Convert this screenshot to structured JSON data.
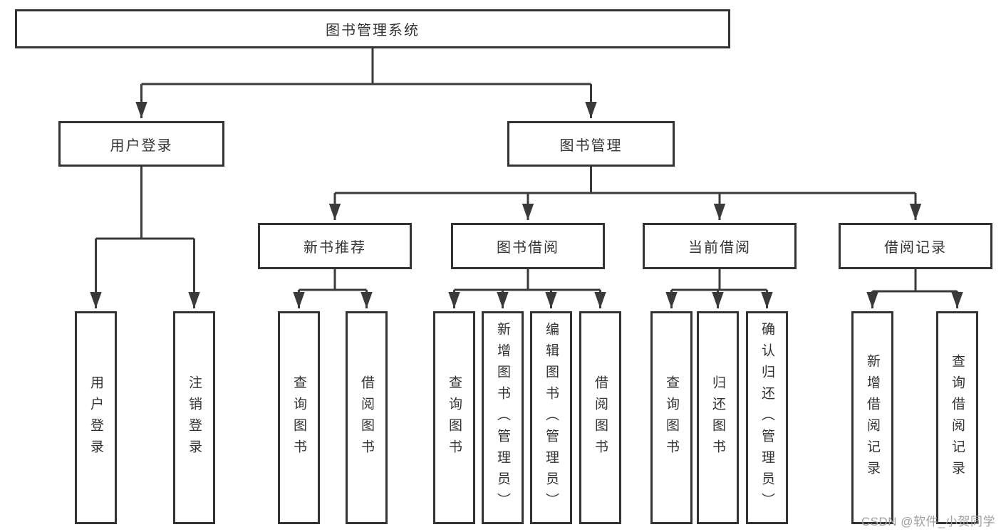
{
  "diagram": {
    "root": "图书管理系统",
    "level2": [
      "用户登录",
      "图书管理"
    ],
    "level3": [
      "新书推荐",
      "图书借阅",
      "当前借阅",
      "借阅记录"
    ],
    "leaves": [
      "用户登录",
      "注销登录",
      "查询图书",
      "借阅图书",
      "查询图书",
      "新增图书（管理员）",
      "编辑图书（管理员）",
      "借阅图书",
      "查询图书",
      "归还图书",
      "确认归还（管理员）",
      "新增借阅记录",
      "查询借阅记录"
    ]
  },
  "watermark": "CSDN @软件_小贺同学",
  "colors": {
    "line": "#3a3a3a",
    "border": "#333333",
    "text": "#333333",
    "background": "#ffffff",
    "watermark": "#a0a0a0"
  }
}
